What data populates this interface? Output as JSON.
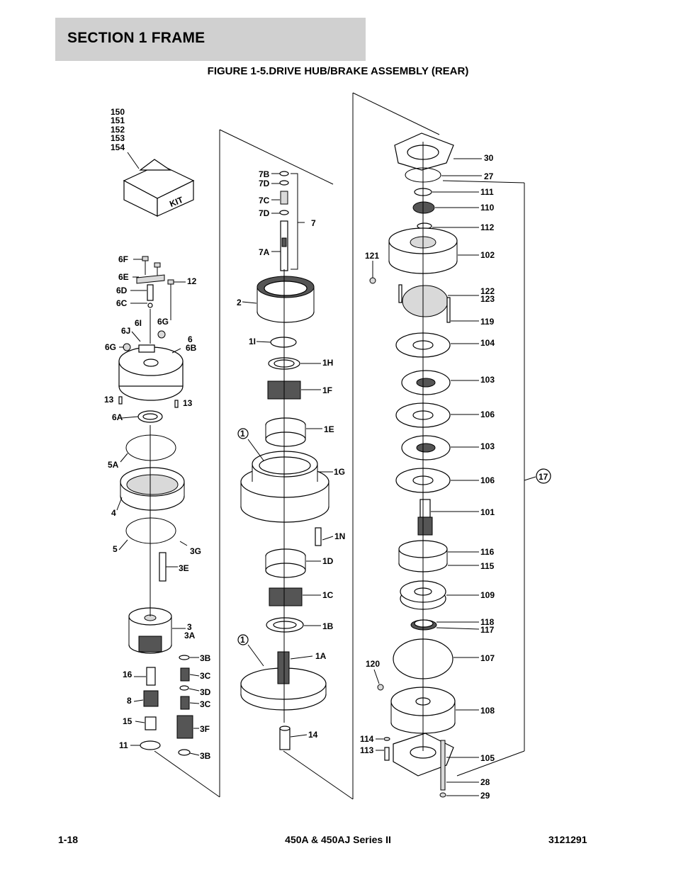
{
  "header": {
    "section": "SECTION 1  FRAME",
    "figure_title": "FIGURE 1-5.DRIVE HUB/BRAKE ASSEMBLY (REAR)"
  },
  "footer": {
    "page_number": "1-18",
    "model": "450A & 450AJ Series II",
    "doc_number": "3121291"
  },
  "kit_box_text": "KIT",
  "callouts": {
    "c150": "150",
    "c151": "151",
    "c152": "152",
    "c153": "153",
    "c154": "154",
    "c6F": "6F",
    "c6E": "6E",
    "c6D": "6D",
    "c6C": "6C",
    "c12": "12",
    "c6I": "6I",
    "c6G_top": "6G",
    "c6J": "6J",
    "c6": "6",
    "c6B": "6B",
    "c6G_left": "6G",
    "c13_left": "13",
    "c13_right": "13",
    "c6A": "6A",
    "c5A": "5A",
    "c4": "4",
    "c5": "5",
    "c3G": "3G",
    "c3E": "3E",
    "c3": "3",
    "c3A": "3A",
    "c3B_top": "3B",
    "c16": "16",
    "c3C_top": "3C",
    "c3D": "3D",
    "c8": "8",
    "c3C_bot": "3C",
    "c15": "15",
    "c3F": "3F",
    "c11": "11",
    "c3B_bot": "3B",
    "c7B": "7B",
    "c7D_top": "7D",
    "c7C": "7C",
    "c7D_bot": "7D",
    "c7": "7",
    "c7A": "7A",
    "c2": "2",
    "c1I": "1I",
    "c1H": "1H",
    "c1F": "1F",
    "c1E": "1E",
    "c1_top": "1",
    "c1G": "1G",
    "c1N": "1N",
    "c1D": "1D",
    "c1C": "1C",
    "c1B": "1B",
    "c1_bot": "1",
    "c1A": "1A",
    "c14": "14",
    "c30": "30",
    "c27": "27",
    "c111": "111",
    "c110": "110",
    "c112": "112",
    "c121": "121",
    "c102": "102",
    "c122": "122",
    "c123": "123",
    "c119": "119",
    "c104": "104",
    "c103_top": "103",
    "c106_top": "106",
    "c103_bot": "103",
    "c17": "17",
    "c106_bot": "106",
    "c101": "101",
    "c116": "116",
    "c115": "115",
    "c109": "109",
    "c118": "118",
    "c117": "117",
    "c120": "120",
    "c107": "107",
    "c108": "108",
    "c114": "114",
    "c113": "113",
    "c105": "105",
    "c28": "28",
    "c29": "29"
  }
}
